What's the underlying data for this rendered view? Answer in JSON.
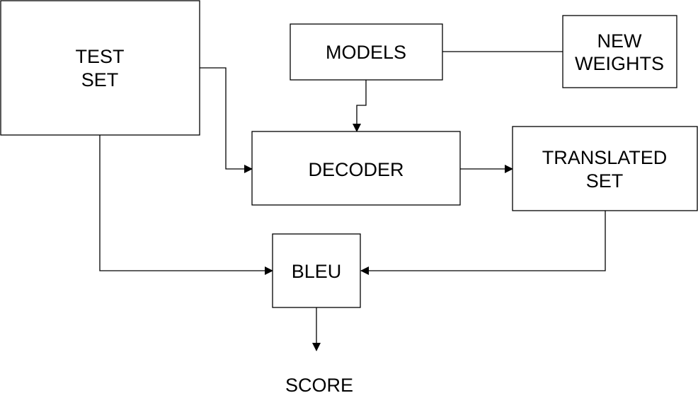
{
  "nodes": {
    "test_set": {
      "line1": "TEST",
      "line2": "SET"
    },
    "models": {
      "label": "MODELS"
    },
    "new_weights": {
      "line1": "NEW",
      "line2": "WEIGHTS"
    },
    "decoder": {
      "label": "DECODER"
    },
    "translated_set": {
      "line1": "TRANSLATED",
      "line2": "SET"
    },
    "bleu": {
      "label": "BLEU"
    },
    "score": {
      "label": "SCORE"
    }
  },
  "edges": [
    {
      "from": "TEST SET",
      "to": "DECODER"
    },
    {
      "from": "MODELS",
      "to": "DECODER"
    },
    {
      "from": "MODELS",
      "to": "NEW WEIGHTS",
      "arrow": false
    },
    {
      "from": "DECODER",
      "to": "TRANSLATED SET"
    },
    {
      "from": "TEST SET",
      "to": "BLEU"
    },
    {
      "from": "TRANSLATED SET",
      "to": "BLEU"
    },
    {
      "from": "BLEU",
      "to": "SCORE"
    }
  ]
}
